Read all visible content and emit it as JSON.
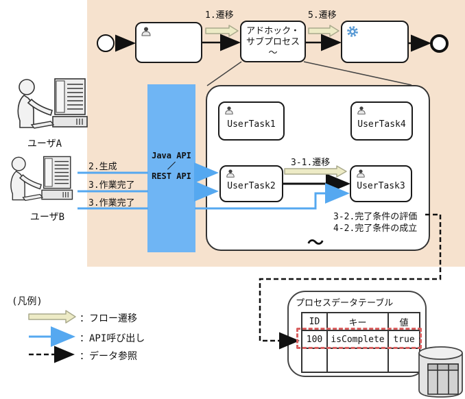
{
  "flow": {
    "transition1_label": "1.遷移",
    "transition5_label": "5.遷移",
    "adhoc_title_line1": "アドホック・",
    "adhoc_title_line2": "サブプロセス",
    "adhoc_tilde": "～"
  },
  "users": {
    "user_a_label": "ユーザA",
    "user_b_label": "ユーザB"
  },
  "api_box": {
    "line1": "Java API",
    "line2": "／",
    "line3": "REST API"
  },
  "api_calls": {
    "call1_label": "2.生成",
    "call2_label": "3.作業完了",
    "call3_label": "3.作業完了"
  },
  "subprocess": {
    "task1_label": "UserTask1",
    "task2_label": "UserTask2",
    "task3_label": "UserTask3",
    "task4_label": "UserTask4",
    "transition31_label": "3-1.遷移",
    "eval_label": "3-2.完了条件の評価",
    "satisfy_label": "4-2.完了条件の成立",
    "tilde": "～"
  },
  "legend": {
    "title": "(凡例)",
    "flow_label": "：フロー遷移",
    "api_label": "：API呼び出し",
    "data_label": "：データ参照"
  },
  "data_table": {
    "title": "プロセスデータテーブル",
    "headers": [
      "ID",
      "キー",
      "値"
    ],
    "row": [
      "100",
      "isComplete",
      "true"
    ]
  },
  "icons": {
    "user_task_icon": "person-bust-icon",
    "service_task_icon": "gear-icon",
    "actor_icon": "person-at-computer-icon",
    "database_icon": "database-cylinder-icon"
  },
  "colors": {
    "panel_beige": "#F6E2CE",
    "api_band_blue": "#6FB5F4",
    "api_arrow_blue": "#55A8F0",
    "flow_arrow_fill": "#EDEBC6",
    "flow_arrow_stroke": "#A9A98B",
    "highlight_red": "#D96060"
  }
}
